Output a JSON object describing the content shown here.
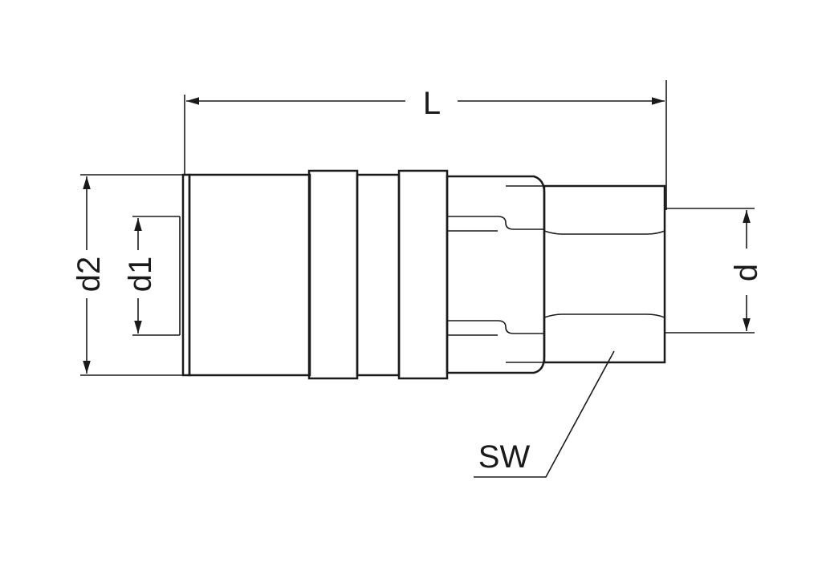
{
  "labels": {
    "length": "L",
    "outer_diameter": "d2",
    "inner_diameter": "d1",
    "thread_diameter": "d",
    "wrench_size": "SW"
  },
  "colors": {
    "line": "#1a1a1a",
    "background": "#ffffff"
  }
}
